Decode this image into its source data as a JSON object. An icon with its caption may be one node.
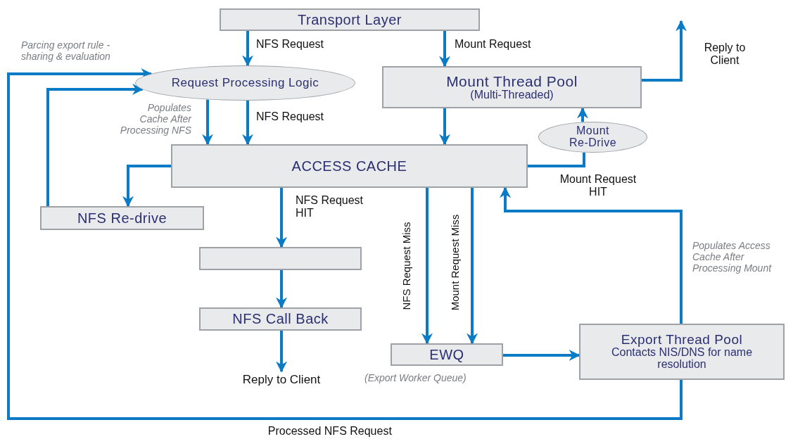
{
  "diagram": {
    "nodes": [
      {
        "text": [
          "Transport Layer"
        ]
      },
      {
        "text": [
          "Request Processing Logic"
        ]
      },
      {
        "text": [
          "Mount Thread Pool",
          "(Multi-Threaded)"
        ]
      },
      {
        "text": [
          "Mount Re-Drive"
        ]
      },
      {
        "text": [
          "ACCESS CACHE"
        ]
      },
      {
        "text": [
          "NFS Re-drive"
        ]
      },
      {
        "text": [],
        "shape": "box"
      },
      {
        "text": [
          "NFS Call Back"
        ]
      },
      {
        "text": [
          "Reply to Client"
        ]
      },
      {
        "text": [
          "EWQ"
        ],
        "beside": [
          "(Export Worker Queue)"
        ]
      },
      {
        "text": [
          "Export Thread Pool",
          "Contacts NIS/DNS for name resolution"
        ]
      }
    ],
    "edges": [
      {
        "from": 0,
        "to": 1,
        "arrow": "to",
        "label": "NFS Request"
      },
      {
        "from": 0,
        "to": 2,
        "arrow": "to",
        "label": "Mount Request"
      },
      {
        "from": 1,
        "to": 4,
        "arrow": "to",
        "label": "Populates Cache After Processing NFS"
      },
      {
        "from": 1,
        "to": 4,
        "arrow": "to",
        "label": "NFS Request"
      },
      {
        "from": 2,
        "to": 4,
        "arrow": "to"
      },
      {
        "from": 4,
        "to": 3,
        "arrow": "none",
        "label": "Mount Request HIT"
      },
      {
        "from": 3,
        "to": 2,
        "arrow": "to"
      },
      {
        "from": 4,
        "to": 5,
        "arrow": "to"
      },
      {
        "from": 5,
        "to": 1,
        "arrow": "to"
      },
      {
        "from": 4,
        "to": 6,
        "arrow": "to",
        "label": "NFS Request HIT"
      },
      {
        "from": 6,
        "to": 7,
        "arrow": "to"
      },
      {
        "from": 7,
        "to": 8,
        "arrow": "to"
      },
      {
        "from": 4,
        "to": 9,
        "arrow": "to",
        "label": "NFS Request Miss"
      },
      {
        "from": 4,
        "to": 9,
        "arrow": "to",
        "label": "Mount Request Miss"
      },
      {
        "from": 9,
        "to": 10,
        "arrow": "to"
      },
      {
        "from": 10,
        "to": 4,
        "arrow": "to",
        "label": "Populates Access Cache After Processing Mount"
      },
      {
        "from": 10,
        "to": 1,
        "arrow": "to",
        "label": "Processed NFS Request"
      },
      {
        "from": 2,
        "to": null,
        "arrow": "to",
        "label": "Reply to Client"
      }
    ],
    "labels": [
      "Parcing export rule - sharing & evaluation"
    ]
  }
}
